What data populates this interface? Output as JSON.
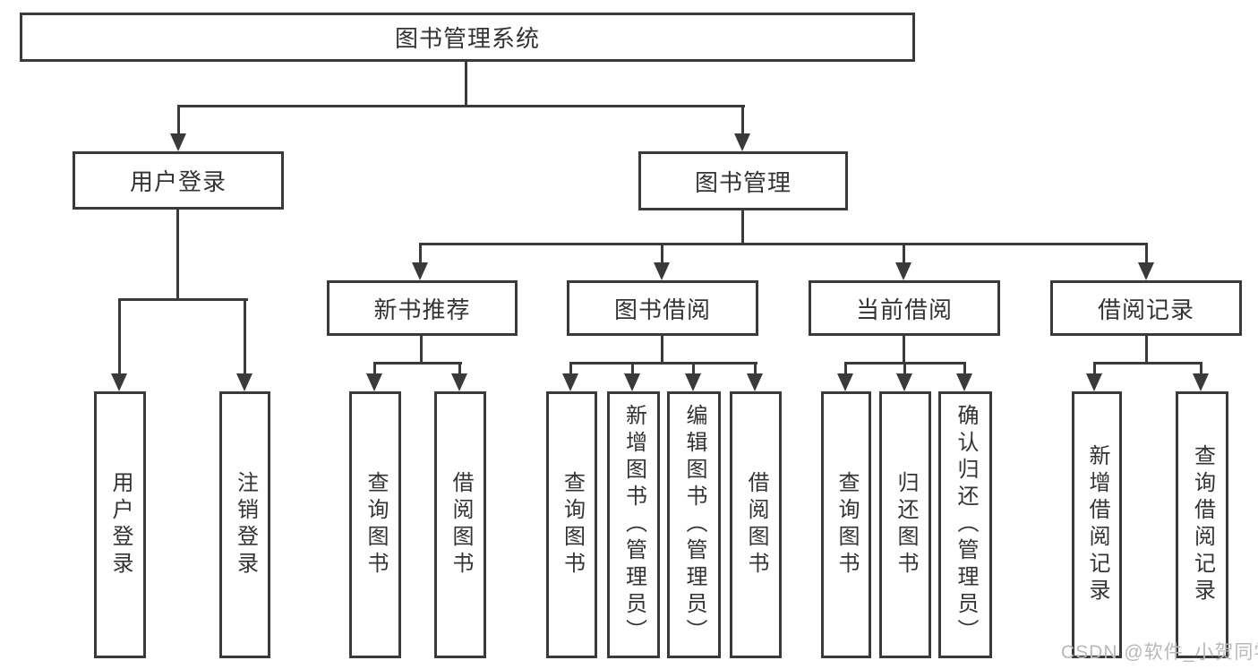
{
  "diagram": {
    "root": "图书管理系统",
    "branches": [
      {
        "label": "用户登录",
        "children": [
          "用户登录",
          "注销登录"
        ]
      },
      {
        "label": "图书管理",
        "sections": [
          {
            "label": "新书推荐",
            "children": [
              "查询图书",
              "借阅图书"
            ]
          },
          {
            "label": "图书借阅",
            "children": [
              "查询图书",
              "新增图书（管理员）",
              "编辑图书（管理员）",
              "借阅图书"
            ]
          },
          {
            "label": "当前借阅",
            "children": [
              "查询图书",
              "归还图书",
              "确认归还（管理员）"
            ]
          },
          {
            "label": "借阅记录",
            "children": [
              "新增借阅记录",
              "查询借阅记录"
            ]
          }
        ]
      }
    ]
  },
  "watermark": "CSDN @软件_小贺同学",
  "colors": {
    "line": "#3a3a3a",
    "text": "#333333",
    "watermark": "#b9b9b9",
    "background": "#ffffff"
  }
}
